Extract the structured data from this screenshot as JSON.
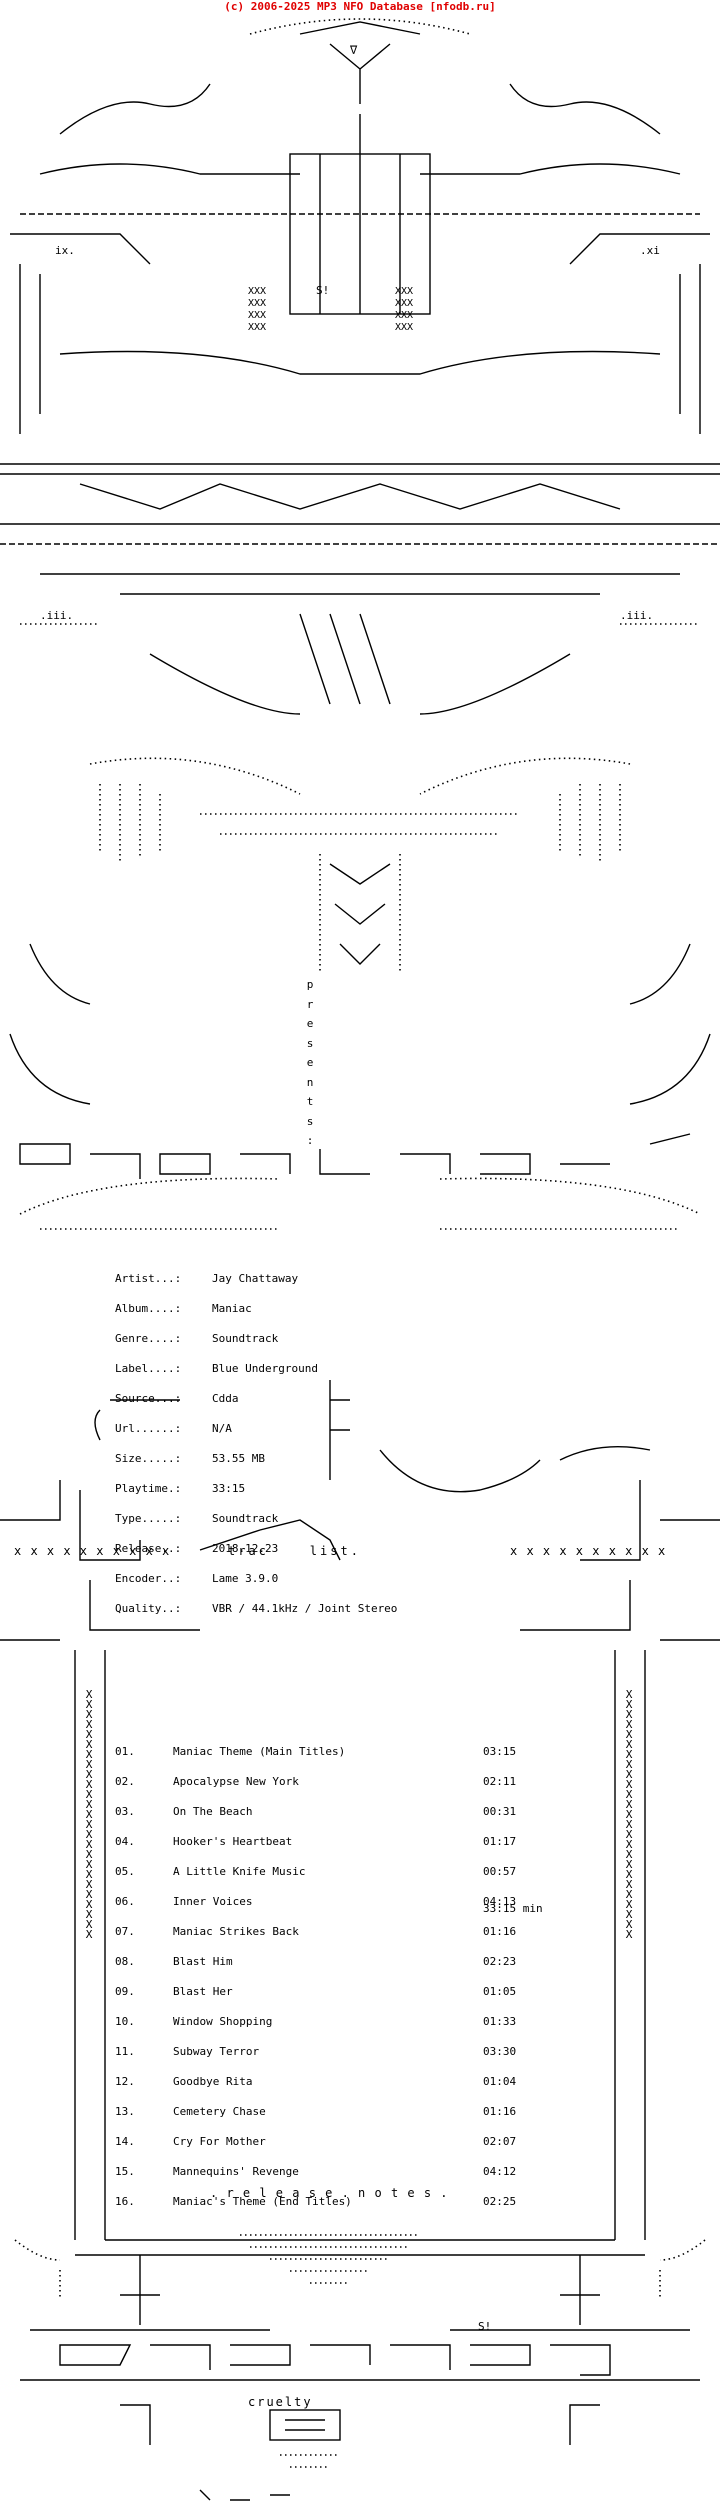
{
  "header": "(c) 2006-2025 MP3 NFO Database [nfodb.ru]",
  "presents_letters": [
    "p",
    "r",
    "e",
    "s",
    "e",
    "n",
    "t",
    "s",
    ":"
  ],
  "logo_text": "cruelty",
  "signature": "S!",
  "info": [
    {
      "key": "Artist...:",
      "value": "Jay Chattaway"
    },
    {
      "key": "Album....:",
      "value": "Maniac"
    },
    {
      "key": "Genre....:",
      "value": "Soundtrack"
    },
    {
      "key": "Label....:",
      "value": "Blue Underground"
    },
    {
      "key": "Source...:",
      "value": "Cdda"
    },
    {
      "key": "Url......:",
      "value": "N/A"
    },
    {
      "key": "Size.....:",
      "value": "53.55 MB"
    },
    {
      "key": "Playtime.:",
      "value": "33:15"
    },
    {
      "key": "Type.....:",
      "value": "Soundtrack"
    },
    {
      "key": "Release..:",
      "value": "2018.12.23"
    },
    {
      "key": "Encoder..:",
      "value": "Lame 3.9.0"
    },
    {
      "key": "Quality..:",
      "value": "VBR / 44.1kHz / Joint Stereo"
    }
  ],
  "tracklist_heading": "trac    list.",
  "x_row": "x x x x x x x x x x",
  "tracks": [
    {
      "num": "01.",
      "title": "Maniac Theme (Main Titles)",
      "time": "03:15"
    },
    {
      "num": "02.",
      "title": "Apocalypse New York",
      "time": "02:11"
    },
    {
      "num": "03.",
      "title": "On The Beach",
      "time": "00:31"
    },
    {
      "num": "04.",
      "title": "Hooker's Heartbeat",
      "time": "01:17"
    },
    {
      "num": "05.",
      "title": "A Little Knife Music",
      "time": "00:57"
    },
    {
      "num": "06.",
      "title": "Inner Voices",
      "time": "04:13"
    },
    {
      "num": "07.",
      "title": "Maniac Strikes Back",
      "time": "01:16"
    },
    {
      "num": "08.",
      "title": "Blast Him",
      "time": "02:23"
    },
    {
      "num": "09.",
      "title": "Blast Her",
      "time": "01:05"
    },
    {
      "num": "10.",
      "title": "Window Shopping",
      "time": "01:33"
    },
    {
      "num": "11.",
      "title": "Subway Terror",
      "time": "03:30"
    },
    {
      "num": "12.",
      "title": "Goodbye Rita",
      "time": "01:04"
    },
    {
      "num": "13.",
      "title": "Cemetery Chase",
      "time": "01:16"
    },
    {
      "num": "14.",
      "title": "Cry For Mother",
      "time": "02:07"
    },
    {
      "num": "15.",
      "title": "Mannequins' Revenge",
      "time": "04:12"
    },
    {
      "num": "16.",
      "title": "Maniac's Theme (End Titles)",
      "time": "02:25"
    }
  ],
  "total_time": "33:15 min",
  "release_notes": ". r e l e a s e . n o t e s .",
  "colors": {
    "header": "#e00000",
    "text": "#000000",
    "background": "#ffffff"
  }
}
